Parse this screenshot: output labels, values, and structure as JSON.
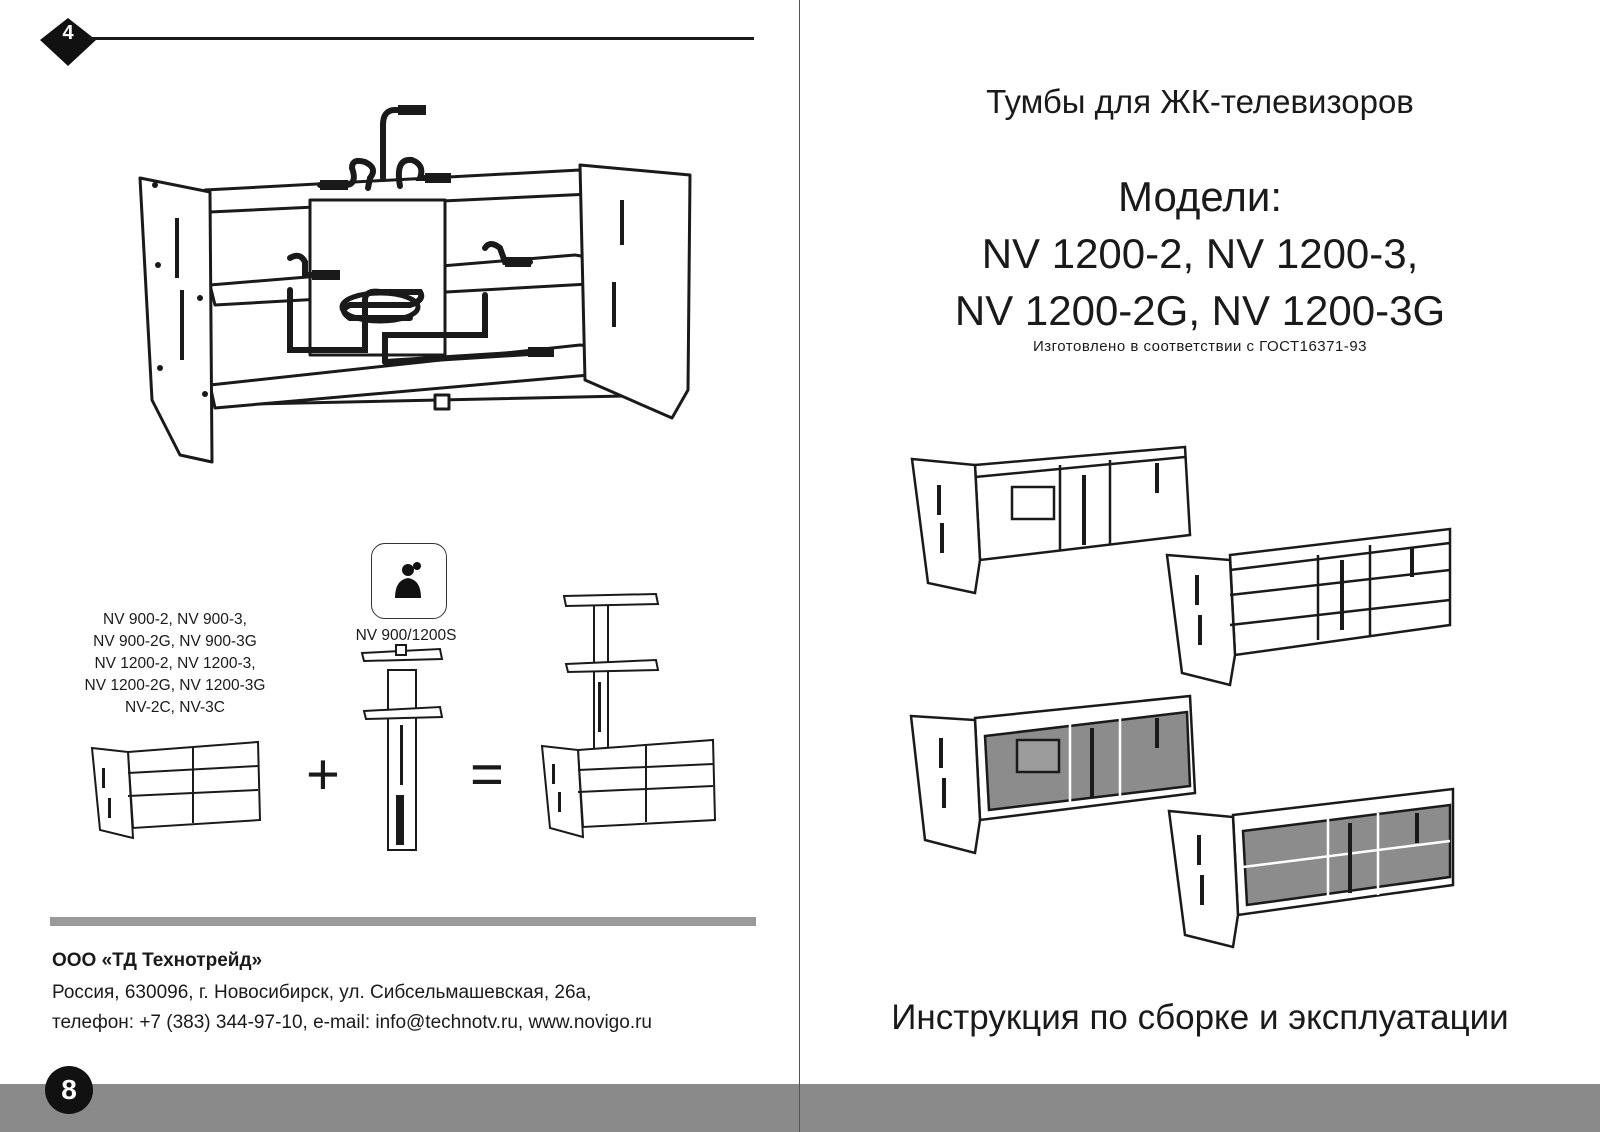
{
  "left_page": {
    "step_number": "4",
    "combo": {
      "models": [
        "NV 900-2, NV 900-3,",
        "NV 900-2G, NV 900-3G",
        "NV 1200-2, NV 1200-3,",
        "NV 1200-2G, NV 1200-3G",
        "NV-2C, NV-3C"
      ],
      "stand_label": "NV 900/1200S",
      "plus": "+",
      "equals": "="
    },
    "company": "ООО «ТД Технотрейд»",
    "address_line1": "Россия, 630096, г. Новосибирск, ул. Сибсельмашевская, 26а,",
    "address_line2": "телефон: +7 (383) 344-97-10, e-mail: info@technotv.ru, www.novigo.ru",
    "page_number": "8"
  },
  "right_page": {
    "subtitle": "Тумбы для ЖК-телевизоров",
    "models_heading": "Модели:",
    "models_line1": "NV 1200-2, NV 1200-3,",
    "models_line2": "NV 1200-2G, NV 1200-3G",
    "standard": "Изготовлено в соответствии с ГОСТ16371-93",
    "manual_title": "Инструкция по сборке и эксплуатации"
  },
  "colors": {
    "ink": "#1a1a1a",
    "bar": "#8a8a8a",
    "rule": "#9a9a9a",
    "glass": "#8c8c8c"
  },
  "icons": {
    "person-icon": "person silhouette",
    "step-marker": "diamond"
  }
}
